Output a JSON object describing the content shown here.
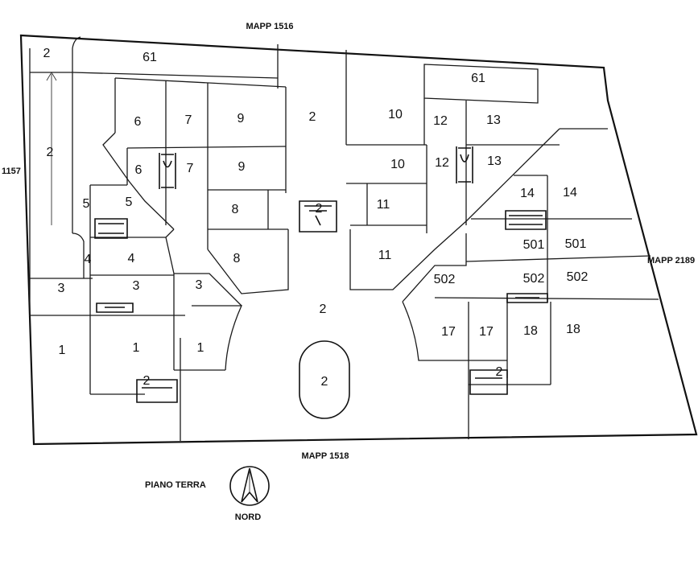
{
  "annotations": {
    "top": "MAPP 1516",
    "bottom": "MAPP 1518",
    "left": "1157",
    "right": "MAPP 2189",
    "floor": "PIANO TERRA",
    "north": "NORD"
  },
  "labels": [
    "2",
    "61",
    "61",
    "6",
    "7",
    "9",
    "2",
    "10",
    "12",
    "13",
    "2",
    "6",
    "7",
    "9",
    "10",
    "12",
    "13",
    "14",
    "14",
    "5",
    "5",
    "8",
    "2",
    "11",
    "8",
    "11",
    "501",
    "501",
    "4",
    "4",
    "3",
    "3",
    "3",
    "502",
    "502",
    "502",
    "2",
    "17",
    "17",
    "18",
    "18",
    "1",
    "1",
    "1",
    "2",
    "2",
    "2"
  ]
}
